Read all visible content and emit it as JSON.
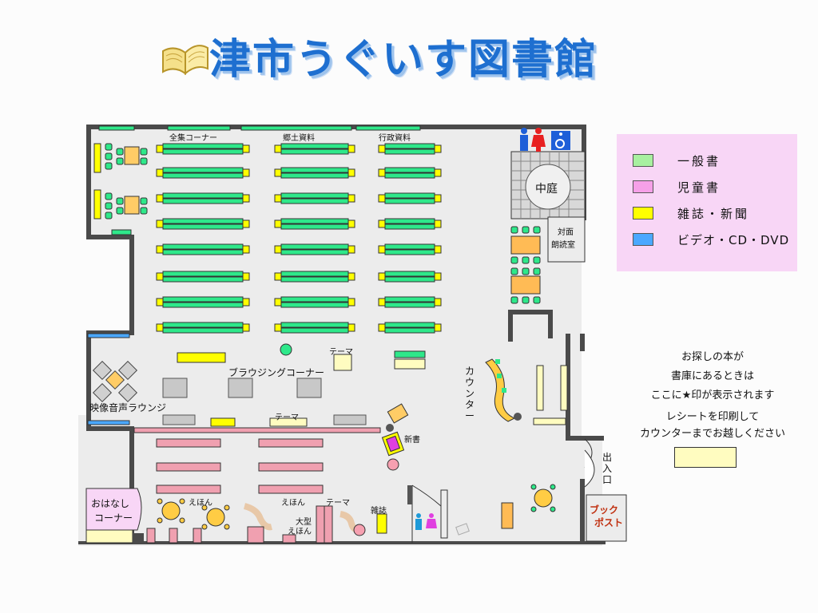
{
  "title": "津市うぐいす図書館",
  "icons": {
    "book": "open-book-icon",
    "toilet": "restroom-icon",
    "wheelchair": "wheelchair-icon",
    "star": "star-icon"
  },
  "legend": [
    {
      "label": "一般書",
      "color": "#a8f0a0"
    },
    {
      "label": "児童書",
      "color": "#f6a0e8"
    },
    {
      "label": "雑誌・新聞",
      "color": "#ffff00"
    },
    {
      "label": "ビデオ・CD・DVD",
      "color": "#4aa8ff"
    }
  ],
  "notice": {
    "line1": "お探しの本が",
    "line2": "書庫にあるときは",
    "line3_pre": "ここに",
    "line3_star": "★",
    "line3_post": "印が表示されます",
    "line4": "レシートを印刷して",
    "line5": "カウンターまでお越しください"
  },
  "areas": {
    "zenshu": "全集コーナー",
    "kyodo": "郷土資料",
    "gyosei": "行政資料",
    "nakaniwa": "中庭",
    "taimen1": "対面",
    "taimen2": "朗読室",
    "theme1": "テーマ",
    "theme2": "テーマ",
    "theme3": "テーマ",
    "browsing": "ブラウジングコーナー",
    "counter": "カウンター",
    "eizo": "映像音声ラウンジ",
    "shinsho": "新書",
    "deiriguchi": "出入口",
    "ehon1": "えほん",
    "ehon2": "えほん",
    "ogata1": "大型",
    "ogata2": "えほん",
    "zasshi": "雑誌",
    "ohanashi1": "おはなし",
    "ohanashi2": "コーナー",
    "bookpost1": "ブック",
    "bookpost2": "ポスト"
  },
  "colors": {
    "general": "#2ee88a",
    "children": "#f0a0b0",
    "magazine": "#ffff00",
    "av": "#4aa8ff",
    "wall": "#4a4a4a",
    "floor": "#ececec",
    "title": "#1e6fd0"
  }
}
